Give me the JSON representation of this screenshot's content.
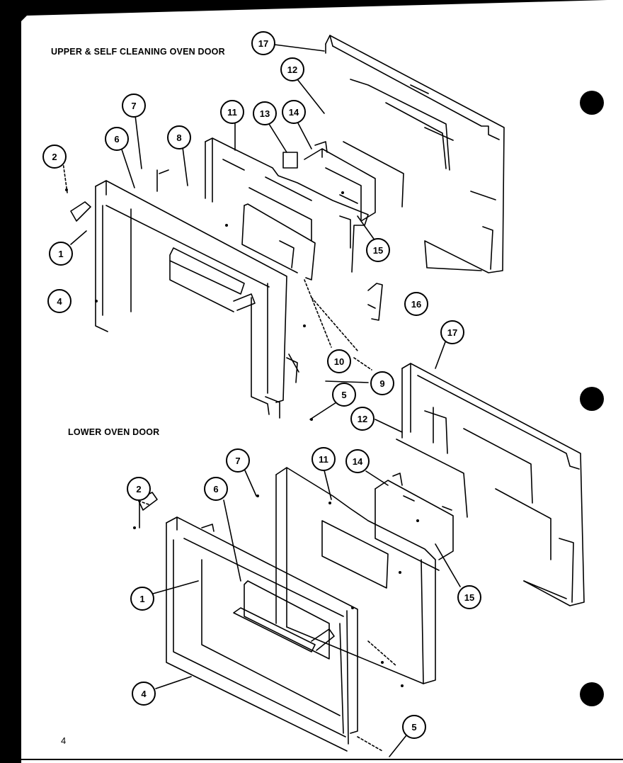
{
  "sections": {
    "upper_title": "UPPER & SELF CLEANING OVEN DOOR",
    "lower_title": "LOWER OVEN DOOR"
  },
  "page_number": "4",
  "callouts_upper": [
    "17",
    "12",
    "7",
    "11",
    "13",
    "14",
    "6",
    "8",
    "2",
    "1",
    "15",
    "4",
    "16",
    "10",
    "9"
  ],
  "callouts_lower": [
    "17",
    "5",
    "12",
    "7",
    "11",
    "14",
    "2",
    "6",
    "1",
    "15",
    "4",
    "5"
  ]
}
